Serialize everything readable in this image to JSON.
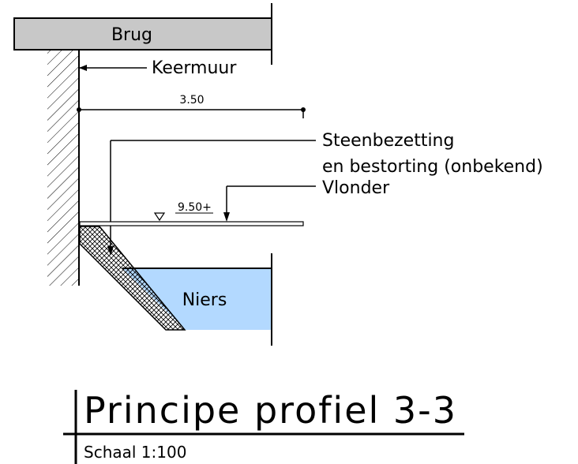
{
  "labels": {
    "bridge": "Brug",
    "retaining_wall": "Keermuur",
    "dimension_top": "3.50",
    "stone_line_1": "Steenbezetting",
    "stone_line_2": "en bestorting (onbekend)",
    "deck": "Vlonder",
    "level_mark": "9.50+",
    "river": "Niers"
  },
  "title": {
    "main": "Principe profiel 3-3",
    "scale": "Schaal 1:100"
  },
  "colors": {
    "bridge_fill": "#c8c8c8",
    "water_fill": "#b3d9ff",
    "line": "#000000"
  }
}
